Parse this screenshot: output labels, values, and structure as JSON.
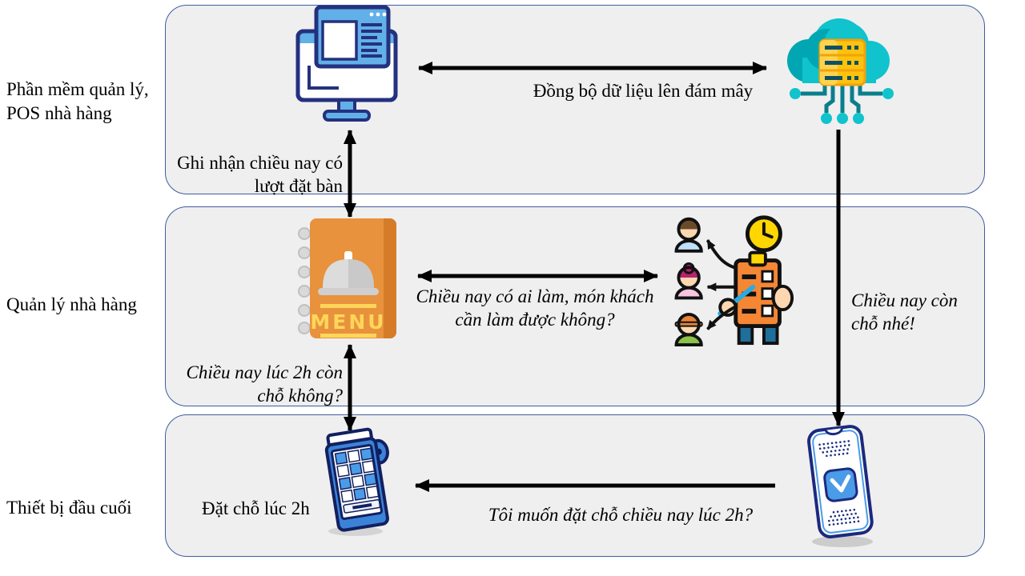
{
  "rows": [
    {
      "label": "Phần mềm quản lý, POS nhà hàng"
    },
    {
      "label": "Quản lý nhà hàng"
    },
    {
      "label": "Thiết bị đầu cuối"
    }
  ],
  "annotations": {
    "sync_cloud": "Đồng bộ dữ liệu lên đám mây",
    "record_booking": "Ghi nhận chiều nay có lượt đặt bàn",
    "staff_question": "Chiều nay có ai làm, món khách cần làm được không?",
    "seats_reply": "Chiều nay còn chỗ nhé!",
    "seats_question": "Chiều nay lúc 2h còn chỗ không?",
    "booking_label": "Đặt chỗ lúc 2h",
    "customer_request": "Tôi muốn đặt chỗ chiều nay lúc 2h?"
  },
  "icon_labels": {
    "menu": "MENU"
  },
  "icons": {
    "desktop": "desktop-pos-software-icon",
    "cloud": "cloud-server-icon",
    "menu": "menu-book-icon",
    "staff": "staff-schedule-icon",
    "pos": "pos-terminal-icon",
    "phone": "smartphone-booking-icon"
  },
  "colors": {
    "panel_fill": "#efeff0",
    "panel_border": "#3f5e9e",
    "arrow_black": "#000000",
    "icon_navy": "#24317e",
    "icon_light_blue": "#62b0e8",
    "cloud_teal": "#10c3cd",
    "cloud_teal_dark": "#00a7b3",
    "server_yellow": "#ffc20e",
    "circuit_teal": "#0a7f8c",
    "menu_orange": "#e8923d",
    "menu_orange_dark": "#d67c28",
    "menu_yellow": "#ffd65a",
    "clipboard_orange": "#f58634",
    "clock_yellow": "#ffd600",
    "device_blue": "#3b82d9"
  }
}
